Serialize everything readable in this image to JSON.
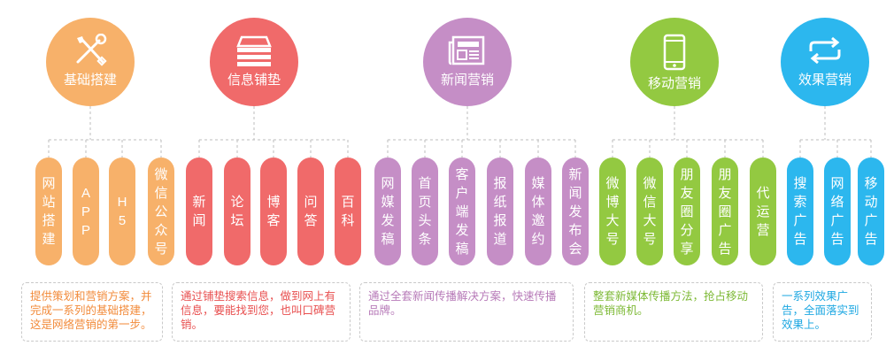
{
  "categories": [
    {
      "title": "基础搭建",
      "icon": "tools-icon",
      "color": "#F7B16A",
      "description": "提供策划和营销方案，并完成一系列的基础搭建，这是网络营销的第一步。",
      "items": [
        "网站搭建",
        "APP",
        "H5",
        "微信公众号"
      ]
    },
    {
      "title": "信息铺垫",
      "icon": "stack-icon",
      "color": "#F06A6A",
      "description": "通过铺垫搜索信息，做到网上有信息，要能找到您，也叫口碑营销。",
      "items": [
        "新闻",
        "论坛",
        "博客",
        "问答",
        "百科"
      ]
    },
    {
      "title": "新闻营销",
      "icon": "newspaper-icon",
      "color": "#C58EC6",
      "description": "通过全套新闻传播解决方案，快速传播品牌。",
      "items": [
        "网媒发稿",
        "首页头条",
        "客户端发稿",
        "报纸报道",
        "媒体邀约",
        "新闻发布会"
      ]
    },
    {
      "title": "移动营销",
      "icon": "smartphone-icon",
      "color": "#93C941",
      "description": "整套新媒体传播方法，抢占移动营销商机。",
      "items": [
        "微博大号",
        "微信大号",
        "朋友圈分享",
        "朋友圈广告",
        "代运营"
      ]
    },
    {
      "title": "效果营销",
      "icon": "refresh-icon",
      "color": "#2CB7EE",
      "description": "一系列效果广告，全面落实到效果上。",
      "items": [
        "搜索广告",
        "网络广告",
        "移动广告"
      ]
    }
  ]
}
